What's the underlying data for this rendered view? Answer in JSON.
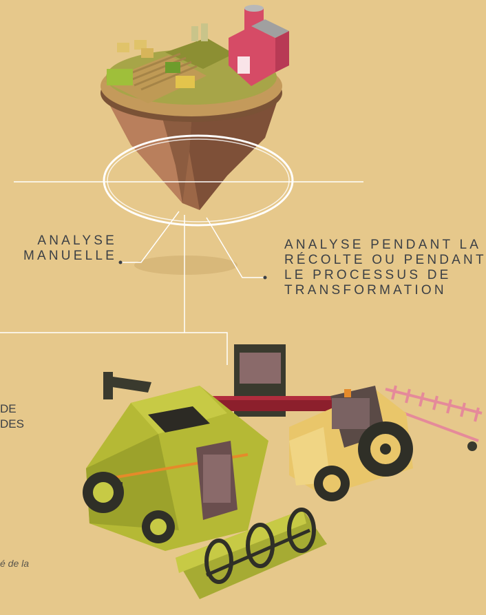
{
  "labels": {
    "manual": [
      "ANALYSE",
      "MANUELLE"
    ],
    "harvest": [
      "ANALYSE PENDANT LA",
      "RÉCOLTE OU PENDANT",
      "LE PROCESSUS DE",
      "TRANSFORMATION"
    ]
  },
  "fragments": {
    "left_line_1": "DE",
    "left_line_2": "DES",
    "footnote": "é de la"
  },
  "colors": {
    "background": "#e6c88b",
    "text": "#3b3f45",
    "line": "#ffffff",
    "harvester": "#b5b935",
    "tractor": "#e9c66a",
    "header_red": "#8c1f2c",
    "cultivator": "#e58a9a",
    "barn": "#d64b66"
  },
  "icons": [
    "floating-farm-island-illustration",
    "combine-harvester-illustration",
    "tractor-illustration"
  ]
}
